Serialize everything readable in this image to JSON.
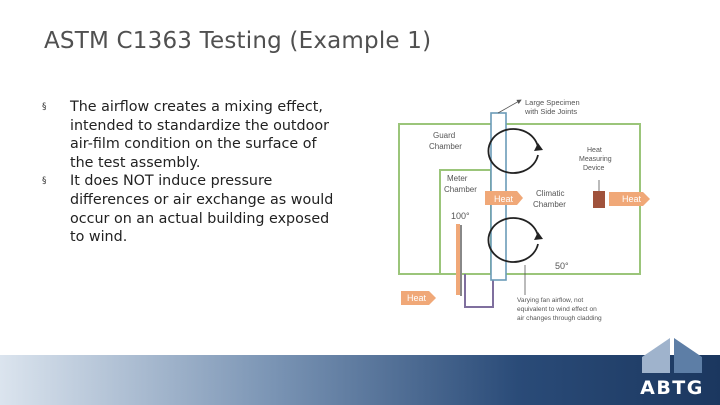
{
  "slide": {
    "title": "ASTM C1363 Testing (Example 1)",
    "bullets": [
      "The airflow creates a mixing effect, intended to standardize the outdoor air-film condition on the surface of the test assembly.",
      "It does NOT induce pressure differences or air exchange as would occur on an actual building exposed to wind."
    ],
    "bullet_glyph": "§"
  },
  "diagram": {
    "labels": {
      "specimen": [
        "Large Specimen",
        "with Side Joints"
      ],
      "guard": [
        "Guard",
        "Chamber"
      ],
      "metering": [
        "Meter",
        "Chamber"
      ],
      "climatic": [
        "Climatic",
        "Chamber"
      ],
      "hmd": [
        "Heat",
        "Measuring",
        "Device"
      ],
      "temp_hot": "100°",
      "temp_cold": "50°",
      "airflow_note": [
        "Varying fan airflow, not",
        "equivalent to wind effect on",
        "air changes through cladding"
      ]
    },
    "heat_labels": [
      "Heat",
      "Heat",
      "Heat"
    ],
    "colors": {
      "green": "#9bc57a",
      "specimen": "#6b9bb7",
      "orange": "#f0a878",
      "purple": "#7f6f9e",
      "gray": "#888888",
      "hmd": "#a0523c"
    }
  },
  "brand": {
    "logo_text": "ABTG"
  }
}
